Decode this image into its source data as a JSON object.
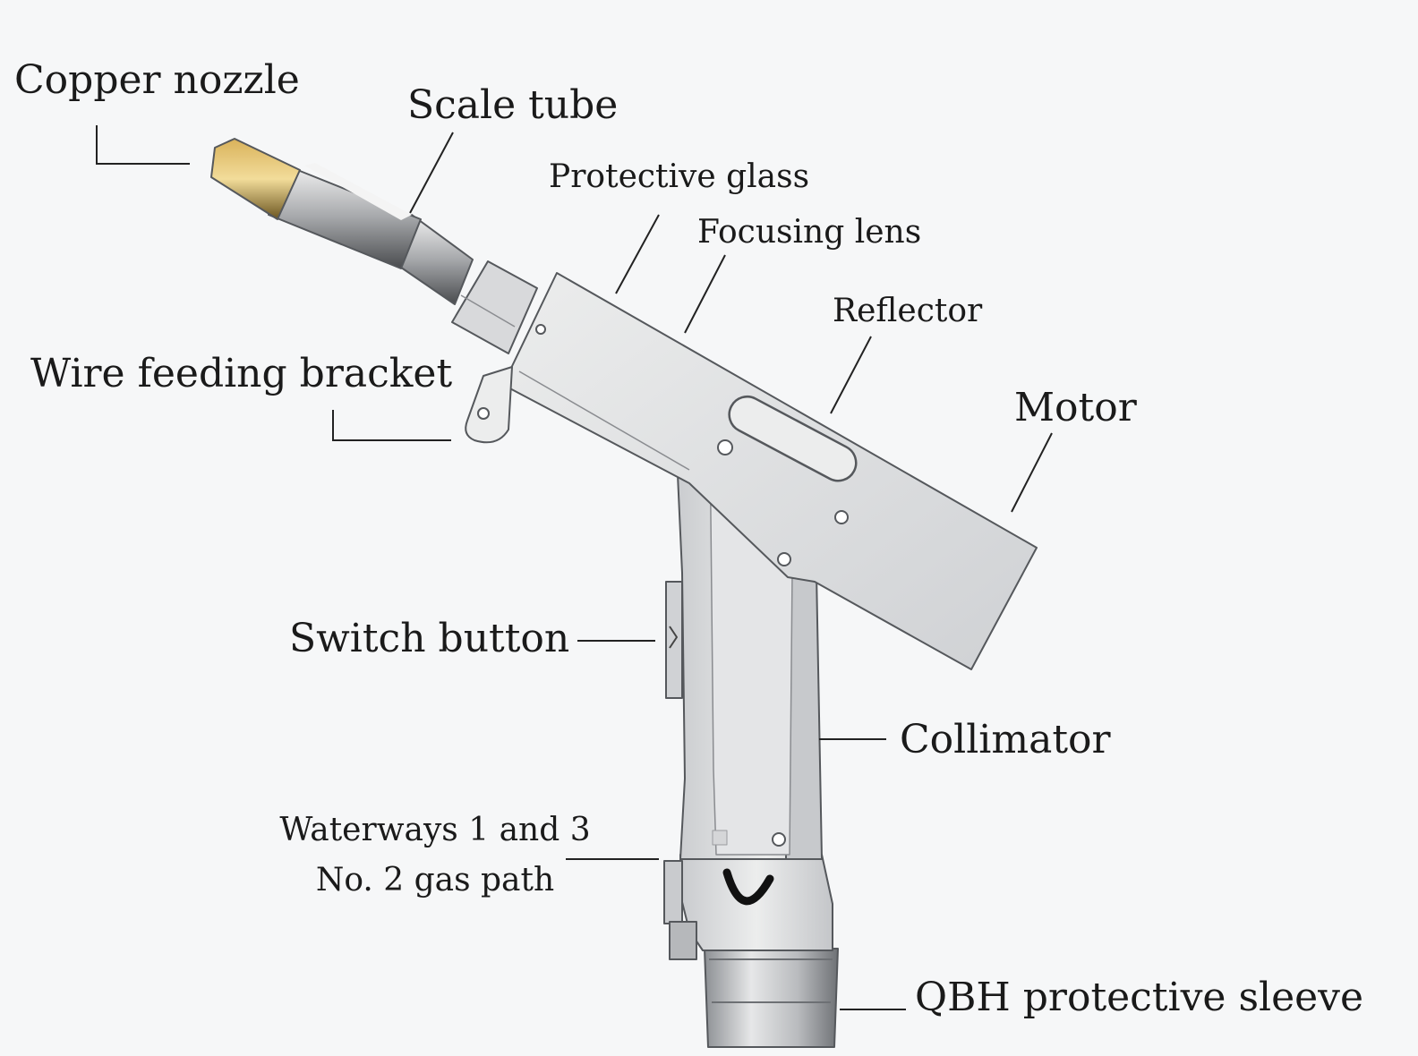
{
  "diagram": {
    "colors": {
      "background": "#f6f7f8",
      "body": "#dfe0e2",
      "body_shade": "#b8babd",
      "outline": "#55585c",
      "nozzle_gold": "#d9b25a",
      "leader": "#222222",
      "text": "#1a1a1a"
    },
    "labels": {
      "copper_nozzle": "Copper nozzle",
      "scale_tube": "Scale tube",
      "protective_glass": "Protective glass",
      "focusing_lens": "Focusing lens",
      "reflector": "Reflector",
      "motor": "Motor",
      "wire_feeding_bracket": "Wire feeding bracket",
      "switch_button": "Switch button",
      "collimator": "Collimator",
      "waterways_line1": "Waterways 1 and 3",
      "waterways_line2": "No. 2 gas path",
      "qbh_protective_sleeve": "QBH protective sleeve"
    }
  }
}
